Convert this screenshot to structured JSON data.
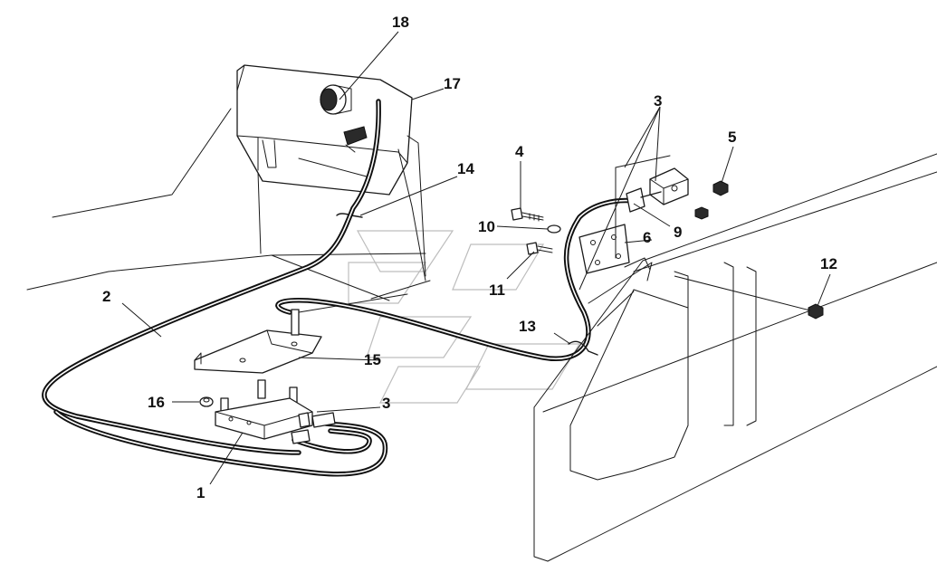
{
  "callouts": {
    "n1": "1",
    "n2": "2",
    "n3a": "3",
    "n3b": "3",
    "n4": "4",
    "n5": "5",
    "n6": "6",
    "n9": "9",
    "n10": "10",
    "n11": "11",
    "n12": "12",
    "n13": "13",
    "n14": "14",
    "n15": "15",
    "n16": "16",
    "n17": "17",
    "n18": "18"
  },
  "colors": {
    "line": "#1a1a1a",
    "hose": "#111111",
    "watermark": "#bdbdbd",
    "background": "#ffffff"
  }
}
